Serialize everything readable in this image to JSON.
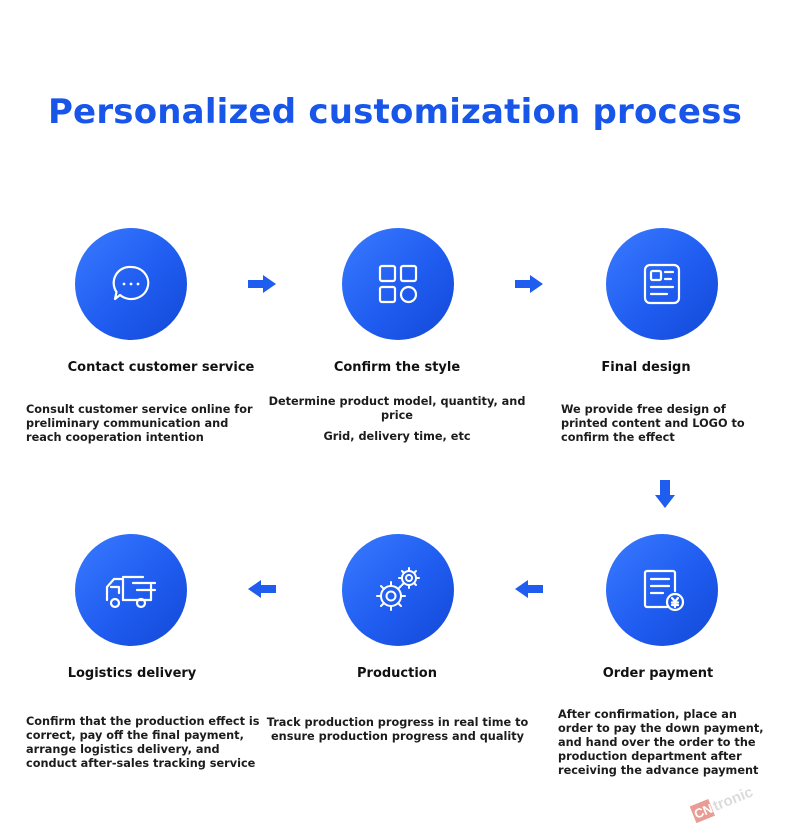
{
  "title": "Personalized customization process",
  "colors": {
    "accent": "#1756e8",
    "circle": "#1f5cf0",
    "arrow": "#1f5cf0"
  },
  "steps": [
    {
      "icon": "chat-bubble-icon",
      "title": "Contact customer service",
      "desc": [
        "Consult customer service online for",
        "preliminary communication and",
        "reach cooperation intention"
      ]
    },
    {
      "icon": "grid-icon",
      "title": "Confirm the style",
      "desc": [
        "Determine product model, quantity, and",
        "price",
        "Grid, delivery time, etc"
      ]
    },
    {
      "icon": "design-card-icon",
      "title": "Final design",
      "desc": [
        "We provide free design of",
        "printed content and LOGO to",
        "confirm the effect"
      ]
    },
    {
      "icon": "invoice-yen-icon",
      "title": "Order payment",
      "desc": [
        "After confirmation, place an",
        "order to pay the down payment,",
        "and hand over the order to the",
        "production department after",
        "receiving the advance payment"
      ]
    },
    {
      "icon": "gears-icon",
      "title": "Production",
      "desc": [
        "Track production progress in real time to",
        "ensure production progress and quality"
      ]
    },
    {
      "icon": "truck-icon",
      "title": "Logistics delivery",
      "desc": [
        "Confirm that the production effect is",
        "correct, pay off the final payment,",
        "arrange logistics delivery, and",
        "conduct after-sales tracking service"
      ]
    }
  ],
  "watermark": {
    "brand_prefix": "CN",
    "brand_suffix": "tronic"
  }
}
